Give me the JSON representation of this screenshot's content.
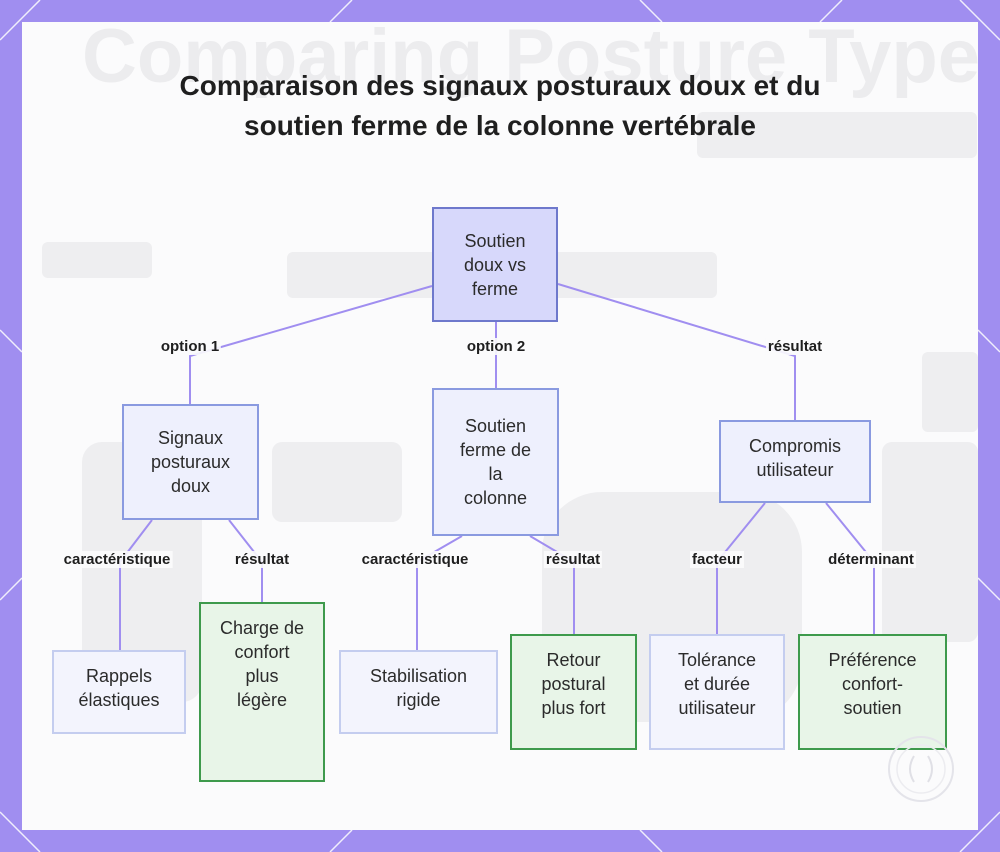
{
  "title": "Comparaison des signaux posturaux doux et du soutien ferme de la colonne vertébrale",
  "background_watermark": "Comparing Posture Type, Comfo Lumbar Cushions Mounts",
  "nodes": {
    "root": "Soutien\ndoux vs\nferme",
    "soft_cues": "Signaux\nposturaux\ndoux",
    "firm_support": "Soutien\nferme de\nla\ncolonne",
    "tradeoff": "Compromis\nutilisateur",
    "elastic_reminders": "Rappels\nélastiques",
    "lighter_load": "Charge de\nconfort\nplus\nlégère",
    "rigid_stabilization": "Stabilisation\nrigide",
    "stronger_feedback": "Retour\npostural\nplus fort",
    "tolerance_duration": "Tolérance\net durée\nutilisateur",
    "comfort_preference": "Préférence\nconfort-\nsoutien"
  },
  "edge_labels": {
    "option1": "option 1",
    "option2": "option 2",
    "result_root": "résultat",
    "characteristic_soft": "caractéristique",
    "result_soft": "résultat",
    "characteristic_firm": "caractéristique",
    "result_firm": "résultat",
    "factor": "facteur",
    "determinant": "déterminant"
  },
  "colors": {
    "frame": "#a08ef0",
    "edge": "#a08ef0",
    "root_fill": "#d7d8fb",
    "root_border": "#6e78cc",
    "leaf_green_border": "#3e9a4c",
    "leaf_green_fill": "#e8f5e8"
  }
}
